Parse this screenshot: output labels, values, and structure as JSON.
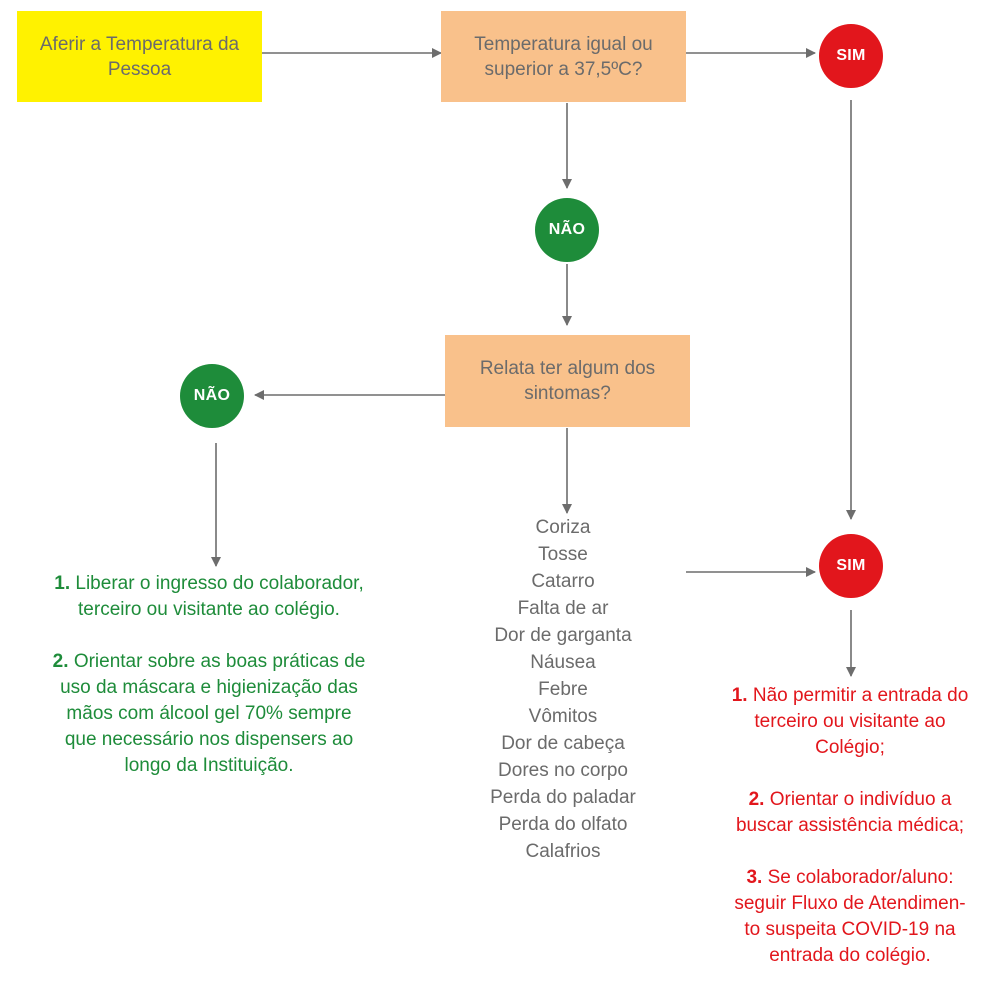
{
  "colors": {
    "start_box": "#fff200",
    "decision_box": "#f9c18b",
    "yes_circle": "#e2161c",
    "no_circle": "#1e8c3a",
    "arrow": "#6d6d6d",
    "text_gray": "#6b6b6b",
    "text_green": "#1e8c3a",
    "text_red": "#e2161c"
  },
  "start": {
    "line1": "Aferir a Temperatura da",
    "line2": "Pessoa"
  },
  "decision_temperature": {
    "line1": "Temperatura igual ou",
    "line2": "superior a 37,5ºC?"
  },
  "decision_symptoms": {
    "line1": "Relata ter algum dos",
    "line2": "sintomas?"
  },
  "labels": {
    "sim_top": "SIM",
    "sim_bottom": "SIM",
    "nao_middle": "NÃO",
    "nao_left": "NÃO"
  },
  "symptoms": [
    "Coriza",
    "Tosse",
    "Catarro",
    "Falta de ar",
    "Dor de garganta",
    "Náusea",
    "Febre",
    "Vômitos",
    "Dor de cabeça",
    "Dores no corpo",
    "Perda do paladar",
    "Perda do olfato",
    "Calafrios"
  ],
  "no_actions": {
    "step1": {
      "number": "1.",
      "line1": "Liberar o ingresso do colaborador,",
      "line2": "terceiro ou visitante ao colégio."
    },
    "step2": {
      "number": "2.",
      "line1": "Orientar sobre as boas práticas de",
      "line2": "uso da máscara e higienização das",
      "line3": "mãos com álcool gel 70% sempre",
      "line4": "que necessário nos dispensers ao",
      "line5": "longo da Instituição."
    }
  },
  "yes_actions": {
    "step1": {
      "number": "1.",
      "line1": "Não permitir a entrada do",
      "line2": "terceiro ou visitante ao",
      "line3": "Colégio;"
    },
    "step2": {
      "number": "2.",
      "line1": "Orientar o indivíduo a",
      "line2": "buscar assistência médica;"
    },
    "step3": {
      "number": "3.",
      "line1": "Se colaborador/aluno:",
      "line2": "seguir Fluxo de Atendimen-",
      "line3": "to suspeita COVID-19 na",
      "line4": "entrada do colégio."
    }
  }
}
